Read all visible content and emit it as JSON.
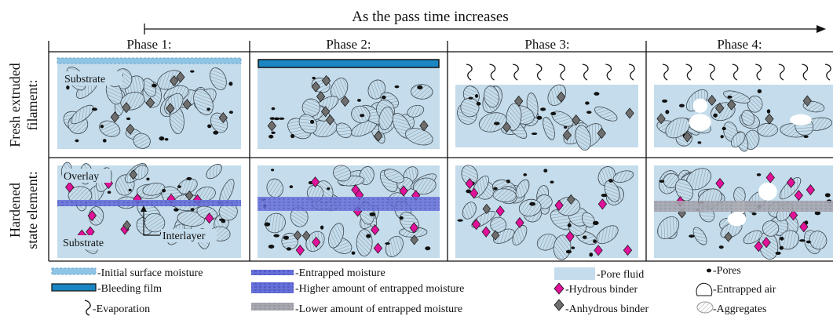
{
  "header": {
    "arrow_text": "As the pass time increases"
  },
  "phases": [
    "Phase 1:",
    "Phase 2:",
    "Phase 3:",
    "Phase 4:"
  ],
  "rows": [
    {
      "label_line1": "Fresh extruded",
      "label_line2": "filament:"
    },
    {
      "label_line1": "Hardened",
      "label_line2": "state element:"
    }
  ],
  "annotations": {
    "substrate_fresh": "Substrate",
    "overlay": "Overlay",
    "substrate_hardened": "Substrate",
    "interlayer": "Interlayer"
  },
  "legend": {
    "initial_surface_moisture": "-Initial surface moisture",
    "bleeding_film": "-Bleeding film",
    "evaporation": "-Evaporation",
    "entrapped_moisture": "-Entrapped moisture",
    "higher_entrapped": "-Higher amount of entrapped moisture",
    "lower_entrapped": "-Lower amount of entrapped moisture",
    "pore_fluid": "-Pore fluid",
    "hydrous_binder": "-Hydrous binder",
    "anhydrous_binder": "-Anhydrous binder",
    "pores": "-Pores",
    "entrapped_air": "-Entrapped air",
    "aggregates": "-Aggregates"
  },
  "colors": {
    "pore_fluid": "#c4dceb",
    "hydrous_binder": "#e0129a",
    "anhydrous_binder": "#6e6e6e",
    "bleeding_film": "#1b86c4",
    "entrapped_moisture": "#6670d8",
    "higher_entrapped": "#5658cc",
    "lower_entrapped": "#a6a6b0",
    "initial_surface_moisture": "#8fc4e4"
  }
}
